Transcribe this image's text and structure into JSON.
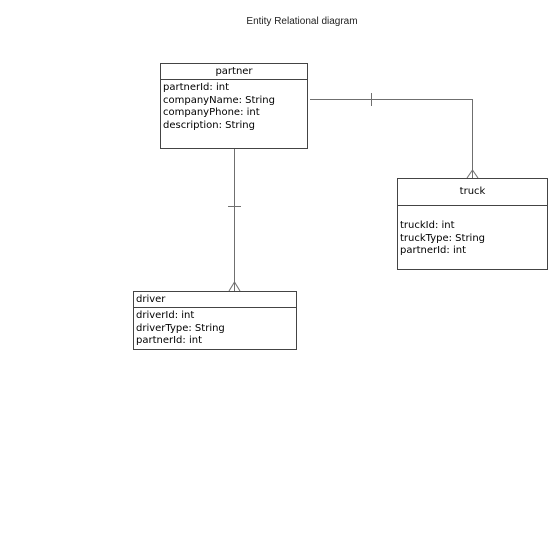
{
  "title": "Entity Relational diagram",
  "entities": {
    "partner": {
      "name": "partner",
      "attributes": [
        "partnerId: int",
        "companyName: String",
        "companyPhone: int",
        "description: String"
      ]
    },
    "truck": {
      "name": "truck",
      "attributes": [
        "truckId: int",
        "truckType: String",
        "partnerId: int"
      ]
    },
    "driver": {
      "name": "driver",
      "attributes": [
        "driverId: int",
        "driverType: String",
        "partnerId: int"
      ]
    }
  },
  "relationships": [
    {
      "from": "partner",
      "to": "truck",
      "from_cardinality": "one",
      "to_cardinality": "many"
    },
    {
      "from": "partner",
      "to": "driver",
      "from_cardinality": "one",
      "to_cardinality": "many"
    }
  ],
  "colors": {
    "line": "#6f6f6f",
    "border": "#444444"
  }
}
